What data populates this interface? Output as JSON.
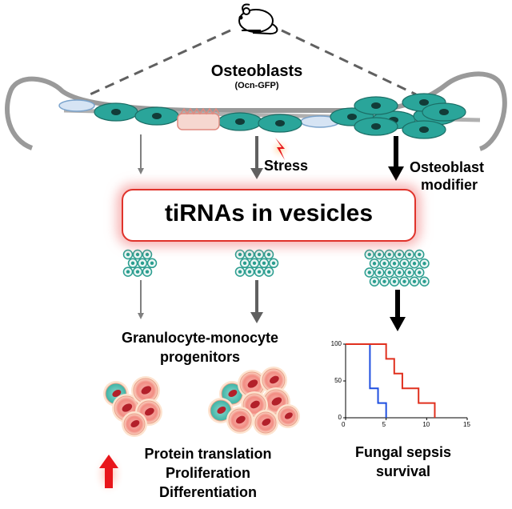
{
  "labels": {
    "osteoblasts": "Osteoblasts",
    "reporter": "(Ocn-GFP)",
    "stress": "Stress",
    "modifier_line1": "Osteoblast",
    "modifier_line2": "modifier",
    "box": "tiRNAs in vesicles",
    "gmp_line1": "Granulocyte-monocyte",
    "gmp_line2": "progenitors",
    "effect1": "Protein translation",
    "effect2": "Proliferation",
    "effect3": "Differentiation",
    "sepsis_line1": "Fungal sepsis",
    "sepsis_line2": "survival"
  },
  "colors": {
    "box_border": "#e0332b",
    "arrow_gray": "#808080",
    "osteoblast_fill": "#2aa59a",
    "vesicle_fill": "#2a9d8f",
    "up_arrow": "#e8161b"
  },
  "chart_data": {
    "type": "line",
    "subtype": "step",
    "xlim": [
      0,
      15
    ],
    "ylim": [
      0,
      100
    ],
    "xticks": [
      "0",
      "5",
      "10",
      "15"
    ],
    "yticks": [
      "0",
      "50",
      "100"
    ],
    "series": [
      {
        "color": "#1f4fe0",
        "points": [
          [
            0,
            100
          ],
          [
            3,
            100
          ],
          [
            3,
            40
          ],
          [
            4,
            40
          ],
          [
            4,
            20
          ],
          [
            5,
            20
          ],
          [
            5,
            0
          ]
        ]
      },
      {
        "color": "#e0301e",
        "points": [
          [
            0,
            100
          ],
          [
            5,
            100
          ],
          [
            5,
            80
          ],
          [
            6,
            80
          ],
          [
            6,
            60
          ],
          [
            7,
            60
          ],
          [
            7,
            40
          ],
          [
            9,
            40
          ],
          [
            9,
            20
          ],
          [
            11,
            20
          ],
          [
            11,
            0
          ]
        ]
      }
    ]
  }
}
